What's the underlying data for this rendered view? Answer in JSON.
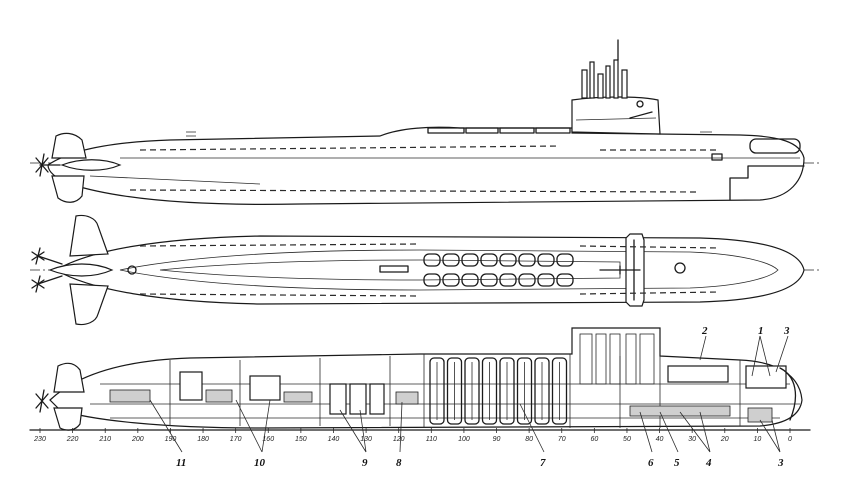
{
  "scale_marks": [
    "230",
    "220",
    "210",
    "200",
    "190",
    "180",
    "170",
    "160",
    "150",
    "140",
    "130",
    "120",
    "110",
    "100",
    "90",
    "80",
    "70",
    "60",
    "50",
    "40",
    "30",
    "20",
    "10",
    "0"
  ],
  "callouts": {
    "c1": "1",
    "c2": "2",
    "c3_top": "3",
    "c3_bottom": "3",
    "c4": "4",
    "c5": "5",
    "c6": "6",
    "c7": "7",
    "c8": "8",
    "c9": "9",
    "c10": "10",
    "c11": "11"
  }
}
